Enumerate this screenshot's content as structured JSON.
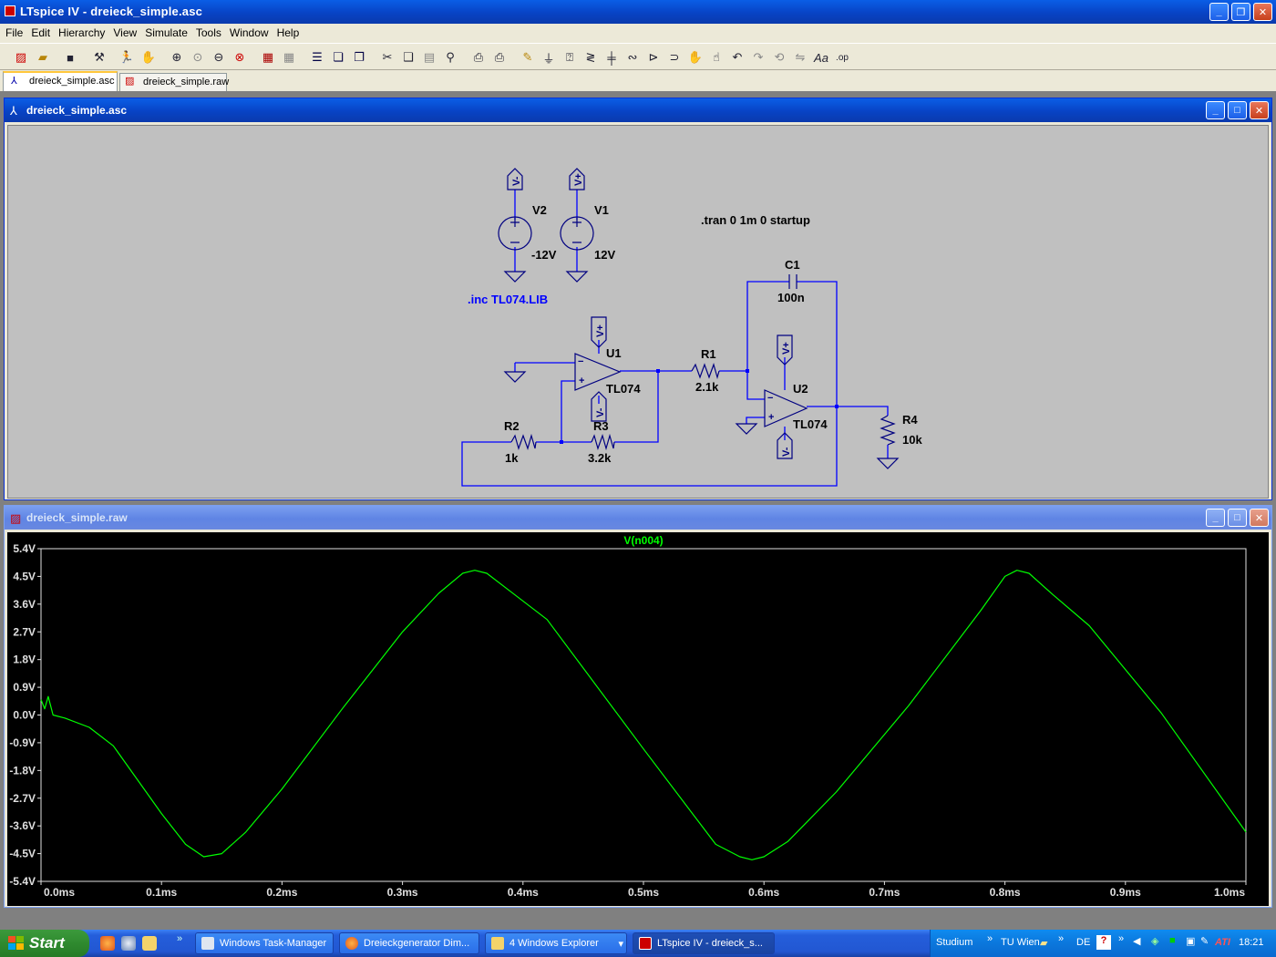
{
  "window": {
    "title": "LTspice IV - dreieck_simple.asc"
  },
  "menu": [
    "File",
    "Edit",
    "Hierarchy",
    "View",
    "Simulate",
    "Tools",
    "Window",
    "Help"
  ],
  "toolbar_icons": [
    "new-schematic-icon",
    "open-icon",
    "save-icon",
    "control-panel-icon",
    "run-icon",
    "halt-icon",
    "zoom-in-icon",
    "zoom-pan-icon",
    "zoom-out-icon",
    "zoom-fit-icon",
    "autoscale-icon",
    "tile-horizontal-icon",
    "tile-vertical-icon",
    "cascade-icon",
    "cut-icon",
    "copy-icon",
    "paste-icon",
    "find-icon",
    "print-setup-icon",
    "print-icon",
    "draw-wire-icon",
    "ground-icon",
    "label-net-icon",
    "resistor-icon",
    "capacitor-icon",
    "inductor-icon",
    "diode-icon",
    "component-icon",
    "move-icon",
    "drag-icon",
    "undo-icon",
    "redo-icon",
    "rotate-icon",
    "mirror-icon",
    "text-icon",
    "spice-directive-icon"
  ],
  "tabs": [
    {
      "label": "dreieck_simple.asc",
      "active": true
    },
    {
      "label": "dreieck_simple.raw",
      "active": false
    }
  ],
  "schematic": {
    "title": "dreieck_simple.asc",
    "directive_tran": ".tran 0 1m 0 startup",
    "directive_inc": ".inc TL074.LIB",
    "V2": {
      "name": "V2",
      "value": "-12V",
      "net": "V-"
    },
    "V1": {
      "name": "V1",
      "value": "12V",
      "net": "V+"
    },
    "U1": {
      "name": "U1",
      "model": "TL074"
    },
    "U2": {
      "name": "U2",
      "model": "TL074"
    },
    "R1": {
      "name": "R1",
      "value": "2.1k"
    },
    "R2": {
      "name": "R2",
      "value": "1k"
    },
    "R3": {
      "name": "R3",
      "value": "3.2k"
    },
    "R4": {
      "name": "R4",
      "value": "10k"
    },
    "C1": {
      "name": "C1",
      "value": "100n"
    },
    "net_vplus": "V+",
    "net_vminus": "V-"
  },
  "plot": {
    "title": "dreieck_simple.raw"
  },
  "chart_data": {
    "type": "line",
    "title": "V(n004)",
    "xlabel": "",
    "ylabel": "",
    "xlim": [
      0,
      1.0
    ],
    "ylim": [
      -5.4,
      5.4
    ],
    "x_ticks": [
      "0.0ms",
      "0.1ms",
      "0.2ms",
      "0.3ms",
      "0.4ms",
      "0.5ms",
      "0.6ms",
      "0.7ms",
      "0.8ms",
      "0.9ms",
      "1.0ms"
    ],
    "y_ticks": [
      "5.4V",
      "4.5V",
      "3.6V",
      "2.7V",
      "1.8V",
      "0.9V",
      "0.0V",
      "-0.9V",
      "-1.8V",
      "-2.7V",
      "-3.6V",
      "-4.5V",
      "-5.4V"
    ],
    "grid": false,
    "series": [
      {
        "name": "V(n004)",
        "color": "#00ff00",
        "x": [
          0.0,
          0.003,
          0.006,
          0.01,
          0.02,
          0.04,
          0.06,
          0.08,
          0.1,
          0.12,
          0.135,
          0.15,
          0.17,
          0.2,
          0.25,
          0.3,
          0.33,
          0.35,
          0.36,
          0.37,
          0.39,
          0.42,
          0.5,
          0.56,
          0.58,
          0.59,
          0.6,
          0.62,
          0.66,
          0.72,
          0.78,
          0.8,
          0.81,
          0.82,
          0.84,
          0.87,
          0.93,
          1.0
        ],
        "y": [
          0.5,
          0.2,
          0.6,
          0.0,
          -0.1,
          -0.4,
          -1.0,
          -2.1,
          -3.2,
          -4.2,
          -4.6,
          -4.5,
          -3.8,
          -2.4,
          0.2,
          2.7,
          3.95,
          4.6,
          4.7,
          4.6,
          4.0,
          3.1,
          -1.1,
          -4.2,
          -4.6,
          -4.7,
          -4.6,
          -4.1,
          -2.5,
          0.3,
          3.4,
          4.5,
          4.7,
          4.6,
          3.9,
          2.9,
          0.05,
          -3.8
        ]
      }
    ]
  },
  "taskbar": {
    "start": "Start",
    "tasks": [
      "Windows Task-Manager",
      "Dreieckgenerator Dim...",
      "4 Windows Explorer",
      "LTspice IV - dreieck_s..."
    ],
    "tray_studium": "Studium",
    "tray_tuwien": "TU Wien",
    "tray_lang": "DE",
    "tray_ati": "ATI",
    "clock": "18:21"
  },
  "colors": {
    "wire": "#0000ff",
    "component": "#0000a0",
    "trace": "#00ff00",
    "plot_bg": "#000000",
    "schematic_bg": "#c0c0c0"
  }
}
